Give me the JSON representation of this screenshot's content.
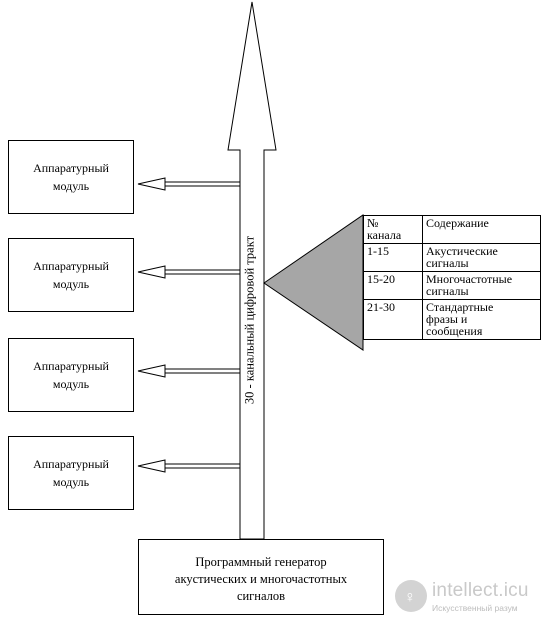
{
  "trunk": {
    "label": "30 - канальный цифровой тракт"
  },
  "modules": [
    {
      "line1": "Аппаратурный",
      "line2": "модуль"
    },
    {
      "line1": "Аппаратурный",
      "line2": "модуль"
    },
    {
      "line1": "Аппаратурный",
      "line2": "модуль"
    },
    {
      "line1": "Аппаратурный",
      "line2": "модуль"
    }
  ],
  "generator": {
    "line1": "Программный генератор",
    "line2": "акустических и многочастотных",
    "line3": "сигналов"
  },
  "channel_table": {
    "header": {
      "col1_line1": "№",
      "col1_line2": "канала",
      "col2": "Содержание"
    },
    "rows": [
      {
        "channels": "1-15",
        "content_line1": "Акустические",
        "content_line2": "сигналы",
        "content_line3": ""
      },
      {
        "channels": "15-20",
        "content_line1": "Многочастотные",
        "content_line2": "сигналы",
        "content_line3": ""
      },
      {
        "channels": "21-30",
        "content_line1": "Стандартные",
        "content_line2": "фразы и",
        "content_line3": "сообщения"
      }
    ]
  },
  "watermark": {
    "logo_text": "intellect.icu",
    "tagline": "Искусственный разум"
  },
  "colors": {
    "lines": "#000000",
    "triangle_fill": "#a6a6a6",
    "background": "#ffffff"
  }
}
